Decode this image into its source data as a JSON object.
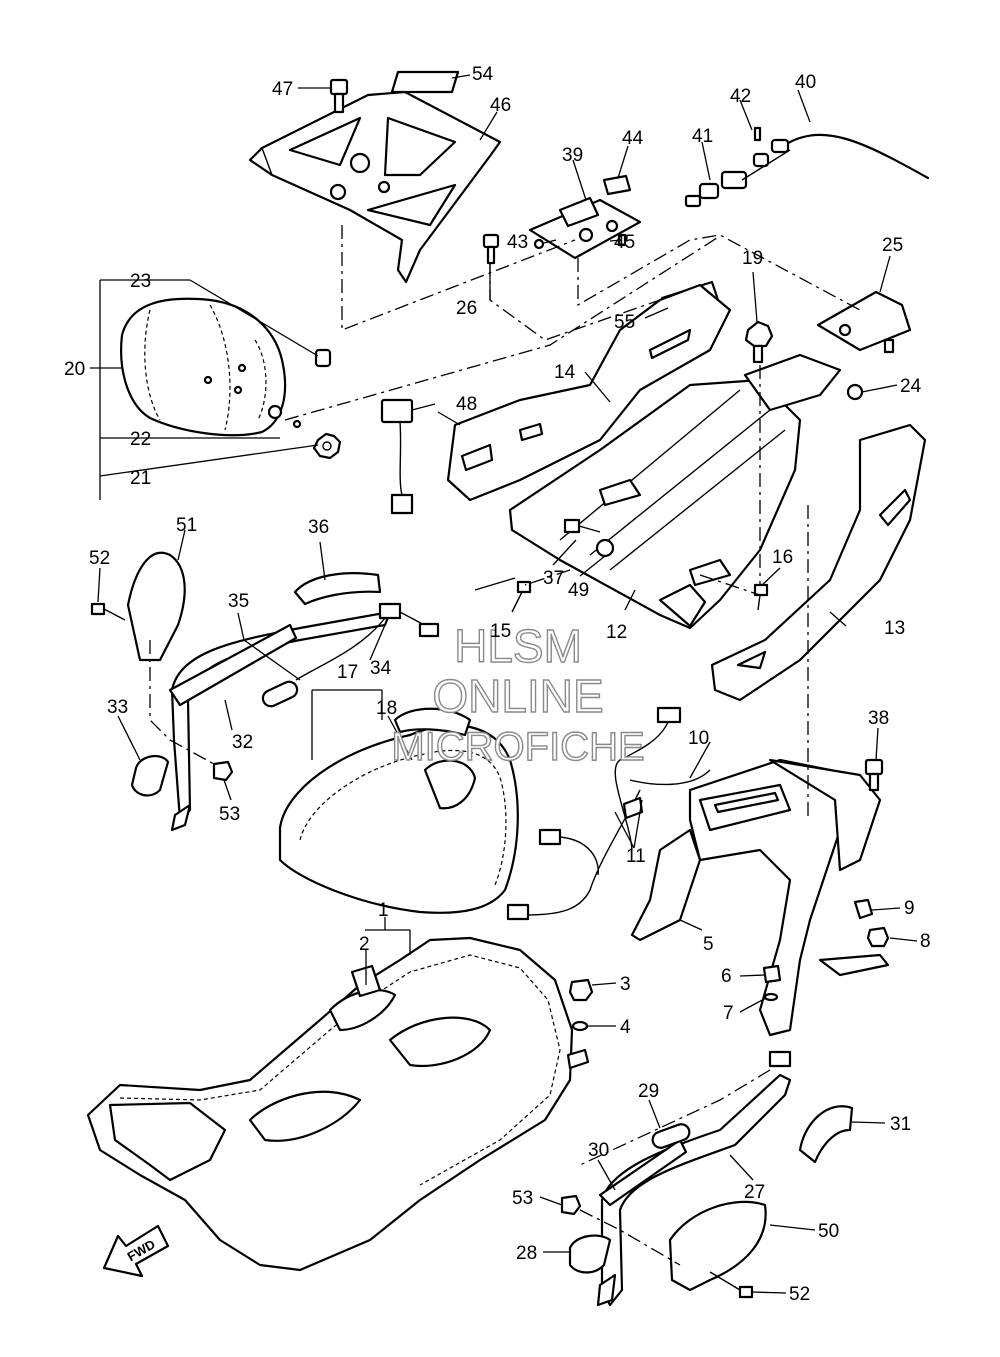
{
  "watermark": {
    "line1": "HLSM",
    "line2": "ONLINE",
    "line3": "MICROFICHE"
  },
  "direction_label": "FWD",
  "callouts": [
    "1",
    "2",
    "3",
    "4",
    "5",
    "6",
    "7",
    "8",
    "9",
    "10",
    "11",
    "12",
    "13",
    "14",
    "15",
    "16",
    "17",
    "18",
    "19",
    "20",
    "21",
    "22",
    "23",
    "24",
    "25",
    "26",
    "27",
    "28",
    "29",
    "30",
    "31",
    "32",
    "33",
    "34",
    "35",
    "36",
    "37",
    "38",
    "39",
    "40",
    "41",
    "42",
    "43",
    "44",
    "45",
    "46",
    "47",
    "48",
    "49",
    "50",
    "51",
    "52",
    "53",
    "54",
    "55"
  ]
}
